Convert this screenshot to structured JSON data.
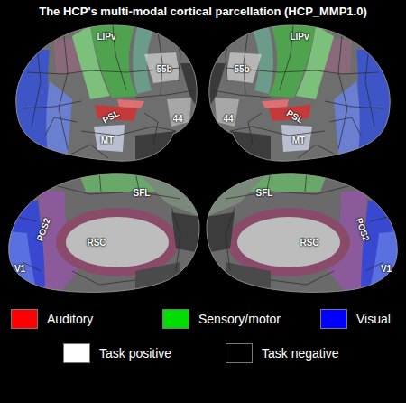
{
  "diagram": {
    "title": "The HCP's multi-modal cortical parcellation (HCP_MMP1.0)",
    "labels": [
      "LIPv",
      "55b",
      "PSL",
      "44",
      "MT",
      "LIPv",
      "55b",
      "PSL",
      "MT",
      "44",
      "SFL",
      "POS2",
      "RSC",
      "V1",
      "SFL",
      "RSC",
      "POS2",
      "V1"
    ],
    "legend": [
      {
        "text": "Auditory",
        "color": "#ff0000"
      },
      {
        "text": "Sensory/motor",
        "color": "#00dd00"
      },
      {
        "text": "Visual",
        "color": "#0000ff"
      },
      {
        "text": "Task positive",
        "color": "#ffffff"
      },
      {
        "text": "Task negative",
        "color": "#000000"
      }
    ]
  }
}
